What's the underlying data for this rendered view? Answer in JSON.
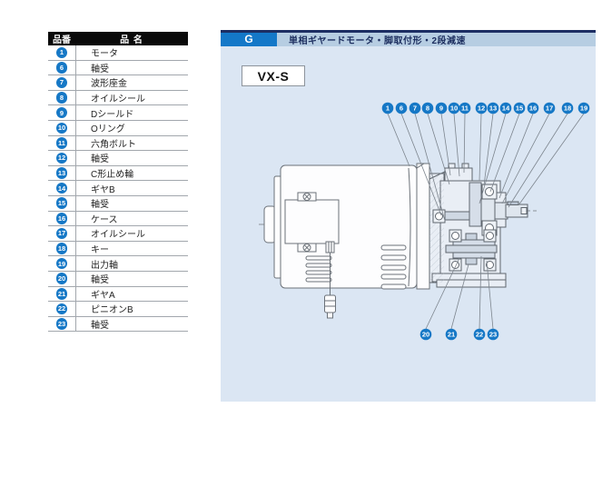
{
  "header": {
    "section_letter": "G",
    "title": "単相ギヤードモータ・脚取付形・2段減速"
  },
  "diagram": {
    "model_label": "VX-S",
    "callouts_top": [
      "1",
      "6",
      "7",
      "8",
      "9",
      "10",
      "11",
      "12",
      "13",
      "14",
      "15",
      "16",
      "17",
      "18",
      "19"
    ],
    "callouts_bottom": [
      "20",
      "21",
      "22",
      "23"
    ]
  },
  "parts_table": {
    "headers": [
      "品番",
      "品 名"
    ],
    "rows": [
      {
        "no": "1",
        "name": "モータ"
      },
      {
        "no": "6",
        "name": "軸受"
      },
      {
        "no": "7",
        "name": "波形座金"
      },
      {
        "no": "8",
        "name": "オイルシール"
      },
      {
        "no": "9",
        "name": "Dシールド"
      },
      {
        "no": "10",
        "name": "Oリング"
      },
      {
        "no": "11",
        "name": "六角ボルト"
      },
      {
        "no": "12",
        "name": "軸受"
      },
      {
        "no": "13",
        "name": "C形止め輪"
      },
      {
        "no": "14",
        "name": "ギヤB"
      },
      {
        "no": "15",
        "name": "軸受"
      },
      {
        "no": "16",
        "name": "ケース"
      },
      {
        "no": "17",
        "name": "オイルシール"
      },
      {
        "no": "18",
        "name": "キー"
      },
      {
        "no": "19",
        "name": "出力軸"
      },
      {
        "no": "20",
        "name": "軸受"
      },
      {
        "no": "21",
        "name": "ギヤA"
      },
      {
        "no": "22",
        "name": "ピニオンB"
      },
      {
        "no": "23",
        "name": "軸受"
      }
    ]
  },
  "colors": {
    "accent_blue": "#1478c8",
    "callout_blue": "#1678c6",
    "header_bar_bg": "#b6cde2",
    "header_rule_navy": "#1c2e63",
    "panel_bg": "#dbe6f3",
    "table_header_bg": "#0a0a0a"
  }
}
